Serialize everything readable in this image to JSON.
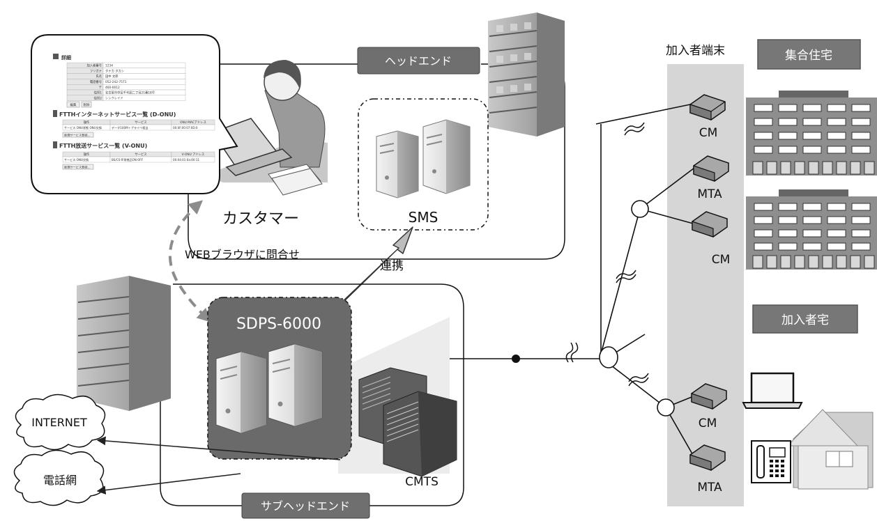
{
  "labels": {
    "headend": "ヘッドエンド",
    "sub_headend": "サブヘッドエンド",
    "customer": "カスタマー",
    "sms": "SMS",
    "browser_query": "WEBブラウザに問合せ",
    "link": "連携",
    "sdps": "SDPS-6000",
    "cmts": "CMTS",
    "internet": "INTERNET",
    "phone_network": "電話網",
    "subscriber_terminal": "加入者端末",
    "apartment": "集合住宅",
    "subscriber_home": "加入者宅",
    "cm_1": "CM",
    "mta_1": "MTA",
    "cm_2": "CM",
    "cm_3": "CM",
    "mta_2": "MTA"
  },
  "screen": {
    "section_detail": "詳細",
    "detail_rows": [
      [
        "加入者番号",
        "1234"
      ],
      [
        "フリガナ",
        "タナカ タカシ"
      ],
      [
        "氏名",
        "田中 太郎"
      ],
      [
        "電話番号",
        "052-242-7571"
      ],
      [
        "〒",
        "460-0012"
      ],
      [
        "住所1",
        "名古屋市中区千代田二丁目21番18号"
      ],
      [
        "住所2",
        "シンクレイド"
      ]
    ],
    "btn_edit": "編集",
    "btn_delete": "削除",
    "section_ftth_internet": "FTTHインターネットサービス一覧 (D-ONU)",
    "internet_headers": [
      "操作",
      "サービス",
      "ONU MACアドレス"
    ],
    "internet_row": [
      "サービス ONU状態 ONU交換",
      "データ100M＋プライベ相当",
      "00:0F:00:07:0D:0"
    ],
    "btn_add_service_1": "新規サービス登録...",
    "section_ftth_broadcast": "FTTH放送サービス一覧 (V-ONU)",
    "broadcast_headers": [
      "操作",
      "サービス",
      "V-ONU アドレス"
    ],
    "broadcast_row": [
      "サービス ONU交換",
      "BS/CS-IF常視品ON OFF",
      "00:04:01:0a:00:11"
    ],
    "btn_add_service_2": "新規サービス登録..."
  }
}
